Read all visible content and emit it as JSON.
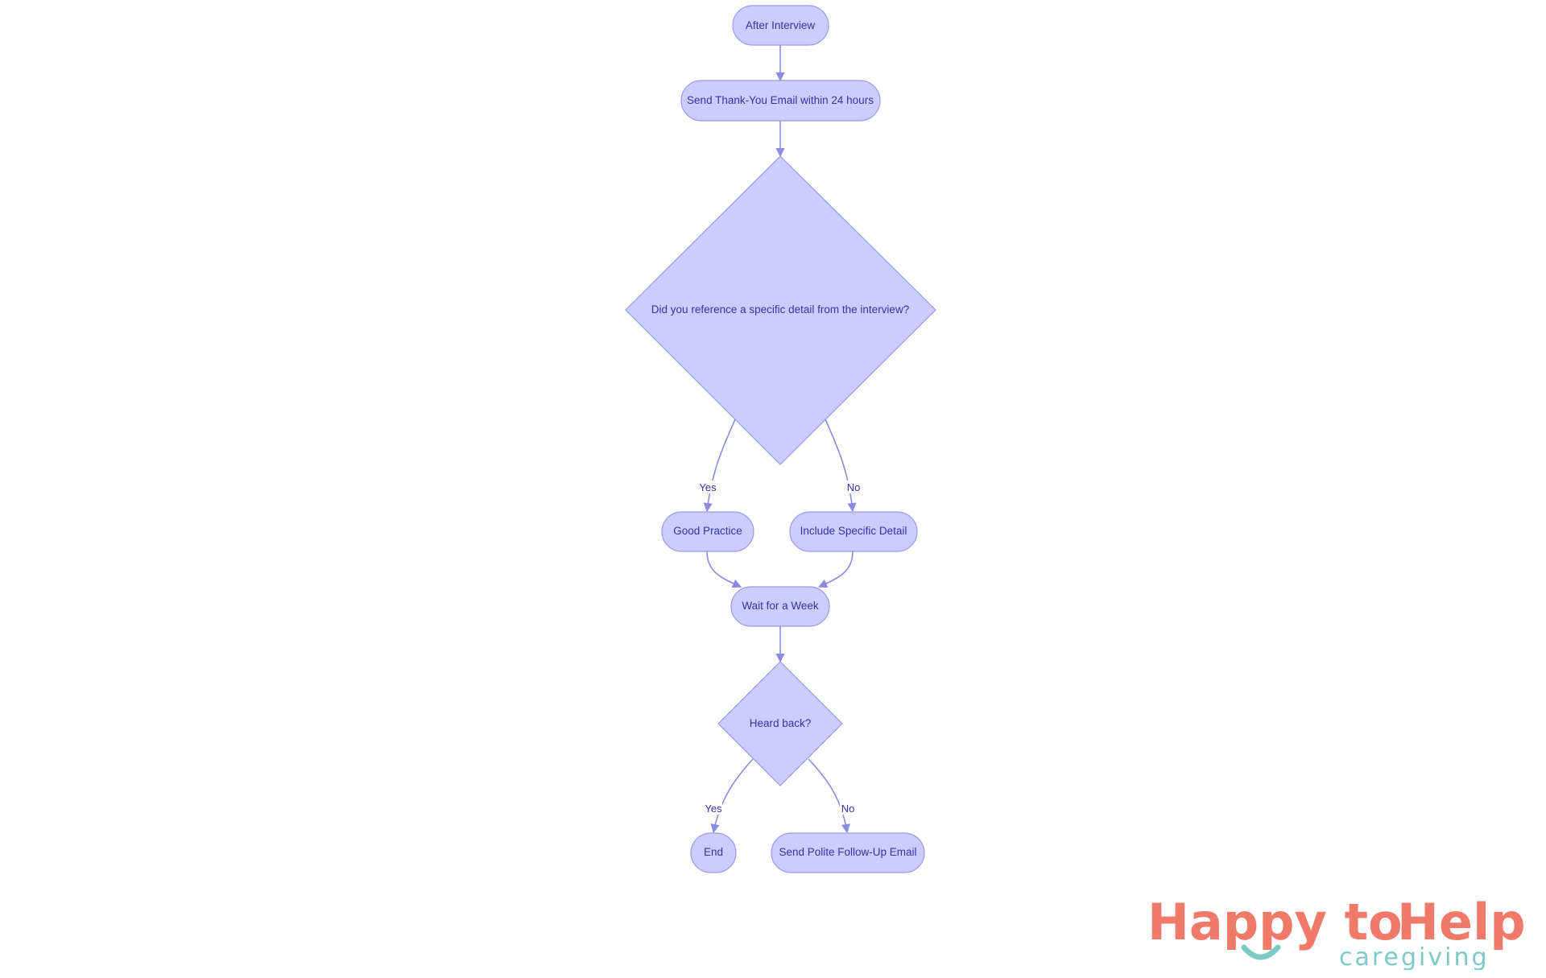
{
  "colors": {
    "node_fill": "#ccccff",
    "node_stroke": "#9999ee",
    "node_text": "#3333aa",
    "edge": "#8a8ae0",
    "logo_primary": "#ef7a6a",
    "logo_secondary": "#7cc9c8"
  },
  "nodes": {
    "after_interview": "After Interview",
    "send_thank_you": "Send Thank-You Email within 24 hours",
    "decision_detail": "Did you reference a specific detail from the interview?",
    "good_practice": "Good Practice",
    "include_detail": "Include Specific Detail",
    "wait_week": "Wait for a Week",
    "decision_heard": "Heard back?",
    "end": "End",
    "follow_up": "Send Polite Follow-Up Email"
  },
  "edges": {
    "detail_yes": "Yes",
    "detail_no": "No",
    "heard_yes": "Yes",
    "heard_no": "No"
  },
  "logo": {
    "happy_to": "Happy to",
    "help": "Help",
    "subtitle": "caregiving"
  }
}
